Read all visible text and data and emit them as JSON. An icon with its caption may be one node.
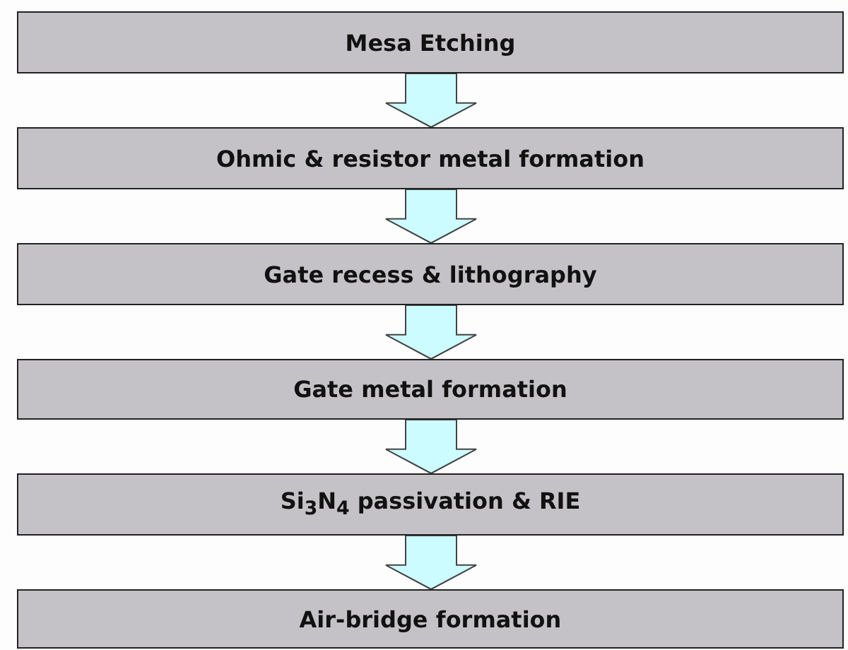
{
  "diagram": {
    "nodes": [
      {
        "text": [
          "Mesa Etching"
        ]
      },
      {
        "text": [
          "Ohmic & resistor metal formation"
        ]
      },
      {
        "text": [
          "Gate recess & lithography"
        ]
      },
      {
        "text": [
          "Gate metal formation"
        ]
      },
      {
        "text": [
          "Si$_{3}$N$_{4}$ passivation & RIE"
        ]
      },
      {
        "text": [
          "Air-bridge formation"
        ]
      }
    ],
    "edges": [
      {
        "from": 0,
        "to": 1,
        "arrow": "to"
      },
      {
        "from": 1,
        "to": 2,
        "arrow": "to"
      },
      {
        "from": 2,
        "to": 3,
        "arrow": "to"
      },
      {
        "from": 3,
        "to": 4,
        "arrow": "to"
      },
      {
        "from": 4,
        "to": 5,
        "arrow": "to"
      }
    ]
  }
}
